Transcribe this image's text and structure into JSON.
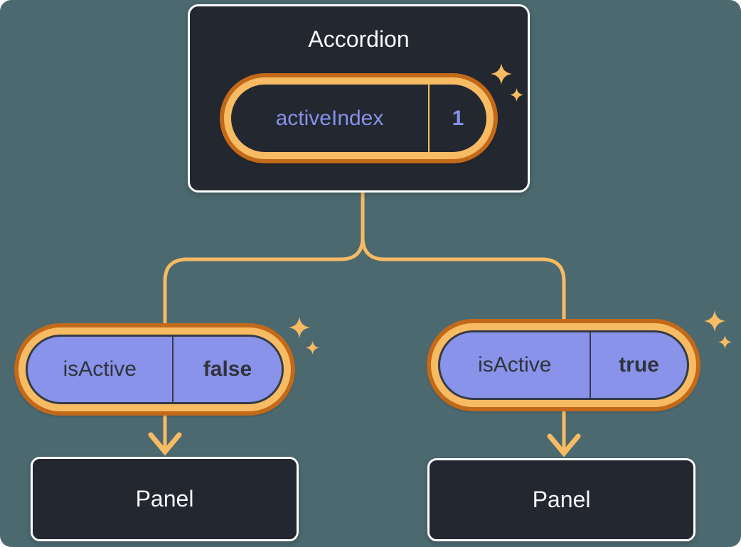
{
  "diagram": {
    "accordion": {
      "title": "Accordion",
      "state": {
        "label": "activeIndex",
        "value": "1"
      }
    },
    "children": [
      {
        "prop": {
          "label": "isActive",
          "value": "false"
        },
        "panel": {
          "title": "Panel"
        }
      },
      {
        "prop": {
          "label": "isActive",
          "value": "true"
        },
        "panel": {
          "title": "Panel"
        }
      }
    ],
    "icons": [
      "sparkle-icon",
      "arrowhead-down-icon"
    ],
    "colors": {
      "background": "#4C6970",
      "box_fill": "#23272F",
      "box_border": "#FFFFFF",
      "pill_fill": "#8A93EA",
      "pill_outline": "#363B46",
      "ring_outer_orange": "#C2691A",
      "ring_inner_orange": "#F7BB63",
      "connector_line": "#F7BB63",
      "sparkle": "#F7BB63",
      "text_light": "#F6F7F9",
      "text_purple": "#8791E9",
      "text_dark": "#2F343C"
    }
  }
}
